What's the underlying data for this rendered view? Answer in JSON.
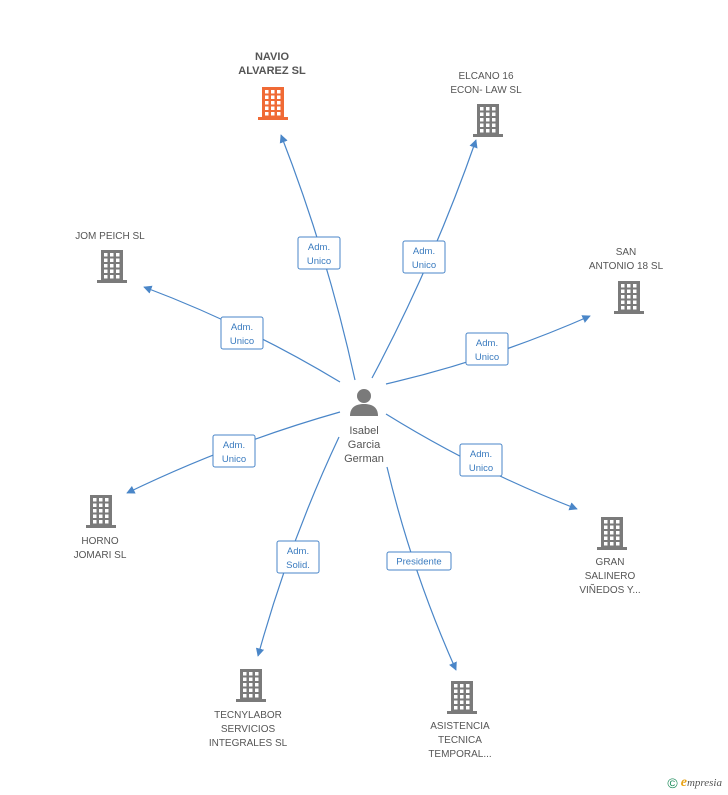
{
  "center": {
    "name": "Isabel\nGarcia\nGerman",
    "icon": "person-icon"
  },
  "colors": {
    "edge": "#4a86c8",
    "building": "#7a7a7a",
    "highlight": "#f06a35"
  },
  "nodes": [
    {
      "id": "navio",
      "name": "NAVIO\nALVAREZ SL",
      "highlight": true,
      "relation": "Adm.\nUnico"
    },
    {
      "id": "elcano",
      "name": "ELCANO 16\nECON- LAW SL",
      "highlight": false,
      "relation": "Adm.\nUnico"
    },
    {
      "id": "jom",
      "name": "JOM PEICH SL",
      "highlight": false,
      "relation": "Adm.\nUnico"
    },
    {
      "id": "sanantonio",
      "name": "SAN\nANTONIO 18 SL",
      "highlight": false,
      "relation": "Adm.\nUnico"
    },
    {
      "id": "horno",
      "name": "HORNO\nJOMARI SL",
      "highlight": false,
      "relation": "Adm.\nUnico"
    },
    {
      "id": "gran",
      "name": "GRAN\nSALINERO\nVIÑEDOS Y...",
      "highlight": false,
      "relation": "Adm.\nUnico"
    },
    {
      "id": "tecnylabor",
      "name": "TECNYLABOR\nSERVICIOS\nINTEGRALES SL",
      "highlight": false,
      "relation": "Adm.\nSolid."
    },
    {
      "id": "asistencia",
      "name": "ASISTENCIA\nTECNICA\nTEMPORAL...",
      "highlight": false,
      "relation": "Presidente"
    }
  ],
  "footer": {
    "copyright": "©",
    "brand_e": "e",
    "brand_rest": "mpresia"
  }
}
